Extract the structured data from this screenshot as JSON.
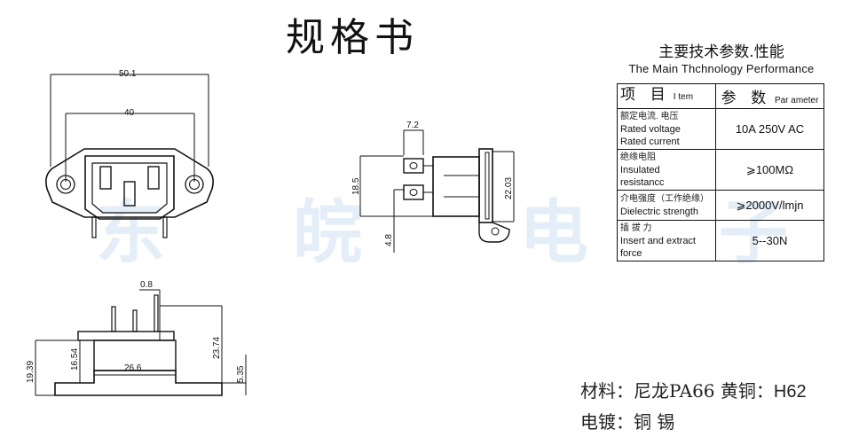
{
  "title": "规格书",
  "watermark": [
    "东",
    "皖",
    "电",
    "子"
  ],
  "specs": {
    "heading_cn": "主要技术参数.性能",
    "heading_en": "The Main Thchnology  Performance",
    "col_item_cn": "项 目",
    "col_item_en": "I tem",
    "col_param_cn": "参 数",
    "col_param_en": "Par ameter",
    "rows": [
      {
        "cn": "额定电流. 电压",
        "en": [
          "Rated  voltage",
          "Rated  current"
        ],
        "value": "10A  250V  AC"
      },
      {
        "cn": "绝缘电阻",
        "en": [
          "Insulated",
          "resistancc"
        ],
        "value": "⩾100MΩ"
      },
      {
        "cn": "介电强度（工作绝缘）",
        "en": [
          "Dielectric  strength"
        ],
        "value": "⩾2000V/lmjn"
      },
      {
        "cn": "插 拔 力",
        "en": [
          "Insert  and  extract",
          "force"
        ],
        "value": "5--30N"
      }
    ]
  },
  "drawing_dims": {
    "d50_1": "50.1",
    "d40": "40",
    "d7_2": "7.2",
    "d18_5": "18.5",
    "d22_03": "22.03",
    "d4_8": "4.8",
    "d0_8": "0.8",
    "d23_74": "23.74",
    "d16_54": "16.54",
    "d19_39": "19.39",
    "d26_6": "26.6",
    "d5_35": "5.35"
  },
  "material": {
    "line1_prefix": "材料：尼龙PA66 黄铜：",
    "line1_grade": "H62",
    "line2": "电镀：铜 锡"
  }
}
